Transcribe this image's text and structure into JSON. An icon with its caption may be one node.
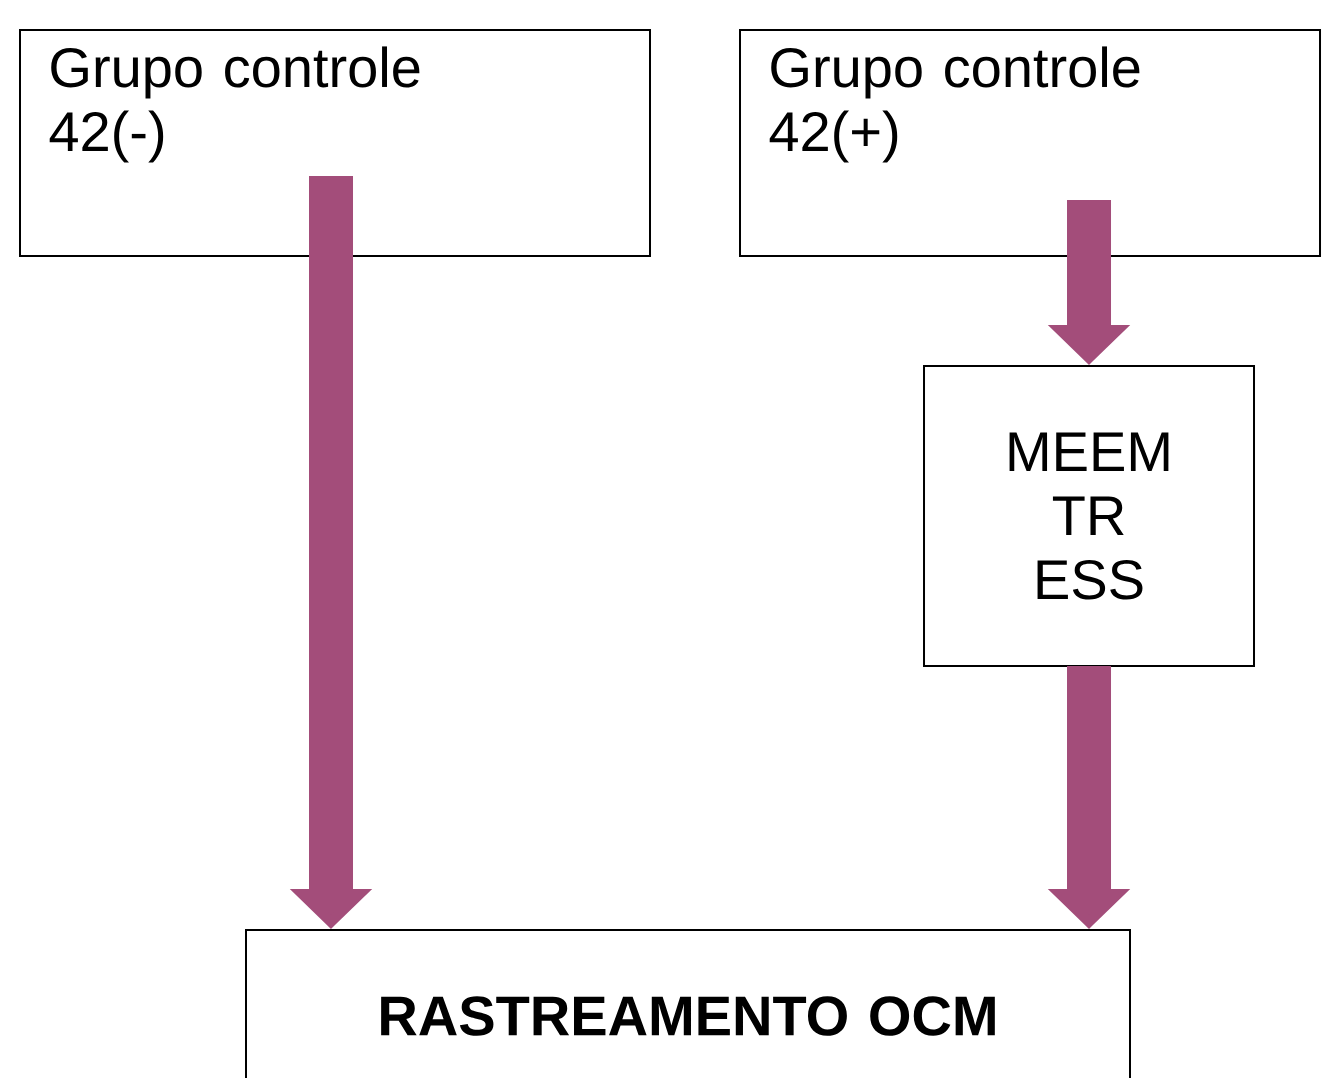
{
  "diagram": {
    "nodes": [
      {
        "text": [
          "Grupo controle 42(-)"
        ]
      },
      {
        "text": [
          "Grupo controle 42(+)"
        ]
      },
      {
        "text": [
          "MEEM TR ESS"
        ]
      },
      {
        "text": [
          "**RASTREAMENTO OCM**"
        ]
      }
    ],
    "edges": [
      {
        "from": 0,
        "to": 3,
        "arrow": "to"
      },
      {
        "from": 1,
        "to": 2,
        "arrow": "to"
      },
      {
        "from": 2,
        "to": 3,
        "arrow": "to"
      }
    ]
  }
}
